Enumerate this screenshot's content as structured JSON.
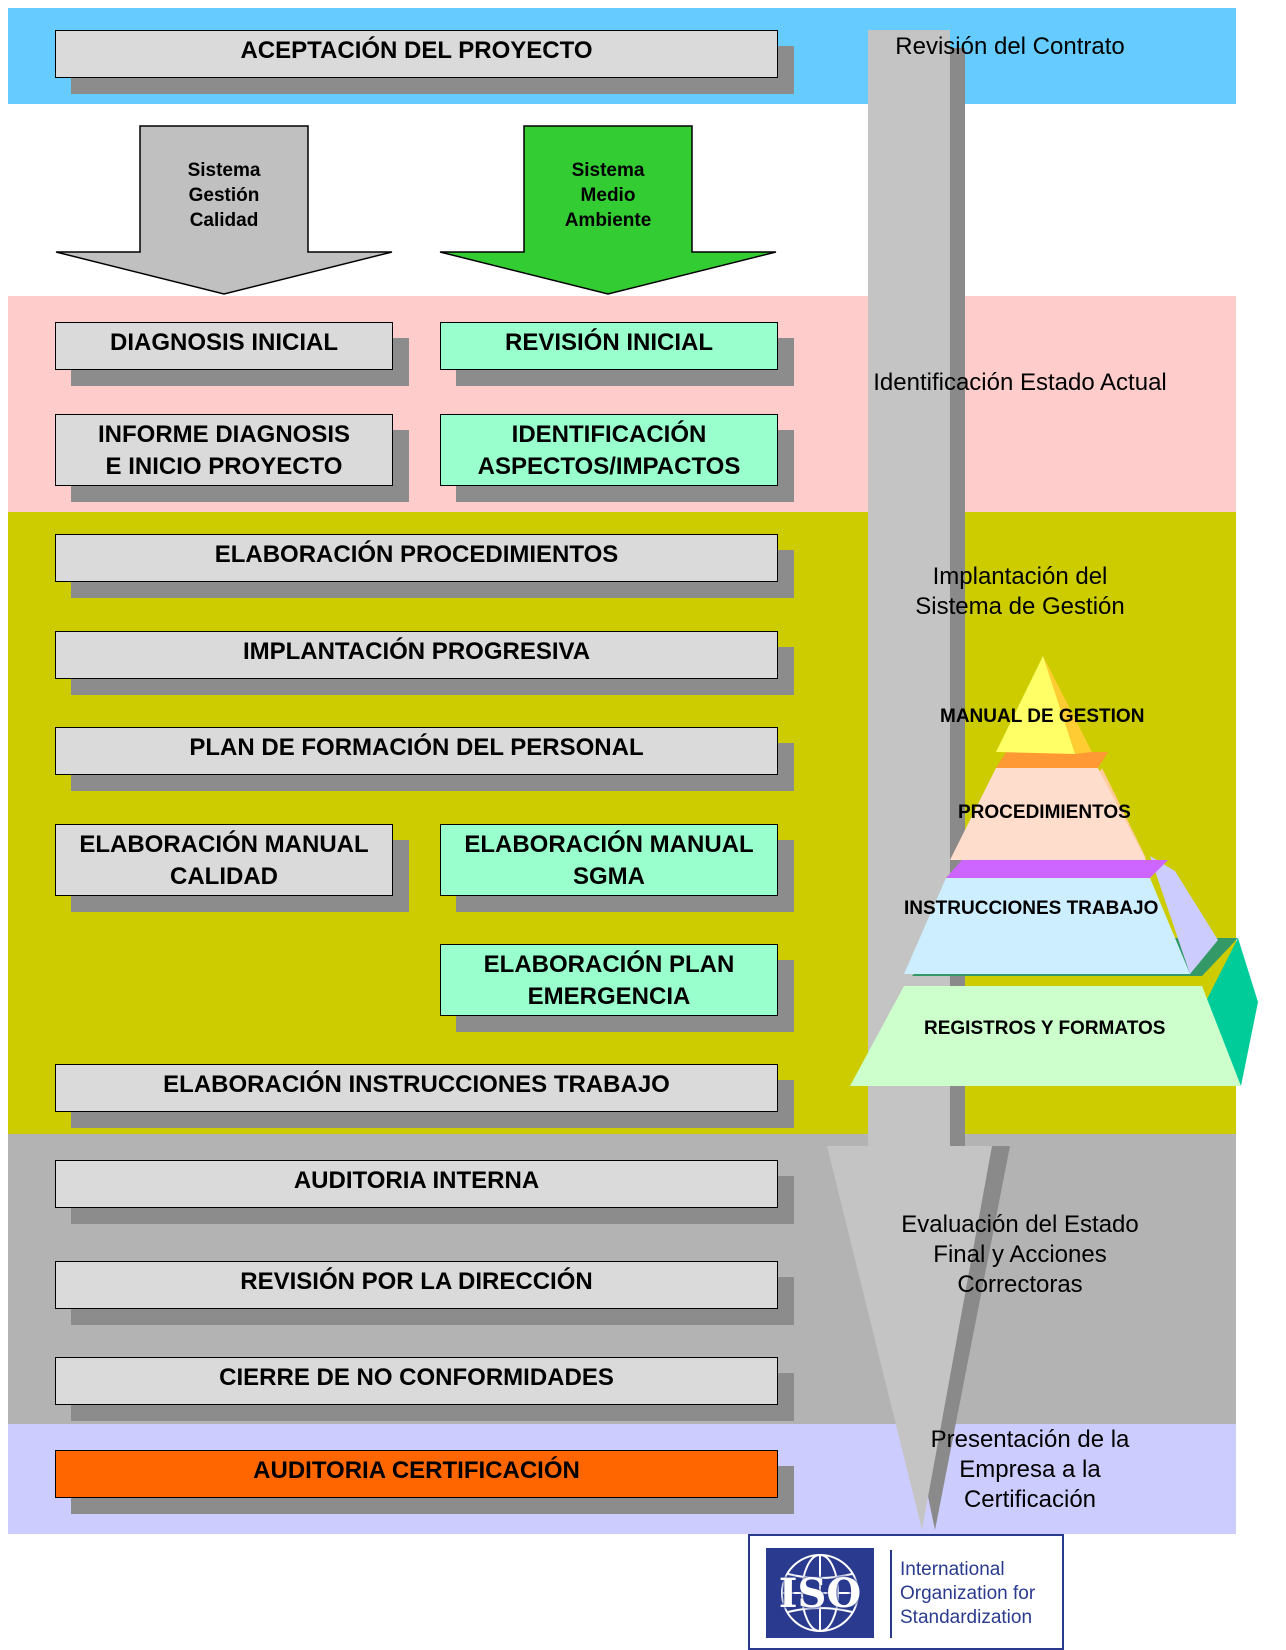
{
  "colors": {
    "contract_band": "#66ccff",
    "current_state_band": "#ffcccc",
    "implementation_band": "#cccc00",
    "evaluation_band": "#b3b3b3",
    "certification_band": "#ccccff",
    "quality_box": "#dadada",
    "environment_box": "#99ffcc",
    "certification_box": "#ff6600",
    "quality_arrow": "#c0c0c0",
    "environment_arrow": "#33cc33"
  },
  "phases": {
    "contract": "Revisión del Contrato",
    "current_state": "Identificación Estado Actual",
    "implementation": "Implantación del\nSistema de Gestión",
    "evaluation": "Evaluación del Estado\nFinal y Acciones\nCorrectoras",
    "certification": "Presentación de la\nEmpresa a la\nCertificación"
  },
  "arrows": {
    "quality": "Sistema\nGestión\nCalidad",
    "environment": "Sistema\nMedio\nAmbiente"
  },
  "boxes": {
    "project_acceptance": "ACEPTACIÓN DEL PROYECTO",
    "initial_diagnosis": "DIAGNOSIS INICIAL",
    "initial_review": "REVISIÓN INICIAL",
    "diagnosis_report": "INFORME DIAGNOSIS\nE INICIO PROYECTO",
    "aspects_identification": "IDENTIFICACIÓN\nASPECTOS/IMPACTOS",
    "procedures": "ELABORACIÓN PROCEDIMIENTOS",
    "progressive_implementation": "IMPLANTACIÓN PROGRESIVA",
    "training_plan": "PLAN DE FORMACIÓN DEL PERSONAL",
    "quality_manual": "ELABORACIÓN MANUAL\nCALIDAD",
    "sgma_manual": "ELABORACIÓN MANUAL\nSGMA",
    "emergency_plan": "ELABORACIÓN PLAN\nEMERGENCIA",
    "work_instructions": "ELABORACIÓN INSTRUCCIONES TRABAJO",
    "internal_audit": "AUDITORIA INTERNA",
    "management_review": "REVISIÓN POR LA DIRECCIÓN",
    "nonconformities_closure": "CIERRE DE NO CONFORMIDADES",
    "certification_audit": "AUDITORIA CERTIFICACIÓN"
  },
  "pyramid": {
    "level1": "MANUAL DE GESTION",
    "level2": "PROCEDIMIENTOS",
    "level3": "INSTRUCCIONES TRABAJO",
    "level4": "REGISTROS Y FORMATOS"
  },
  "logo": {
    "mark": "ISO",
    "text_line1": "International",
    "text_line2": "Organization for",
    "text_line3": "Standardization"
  }
}
